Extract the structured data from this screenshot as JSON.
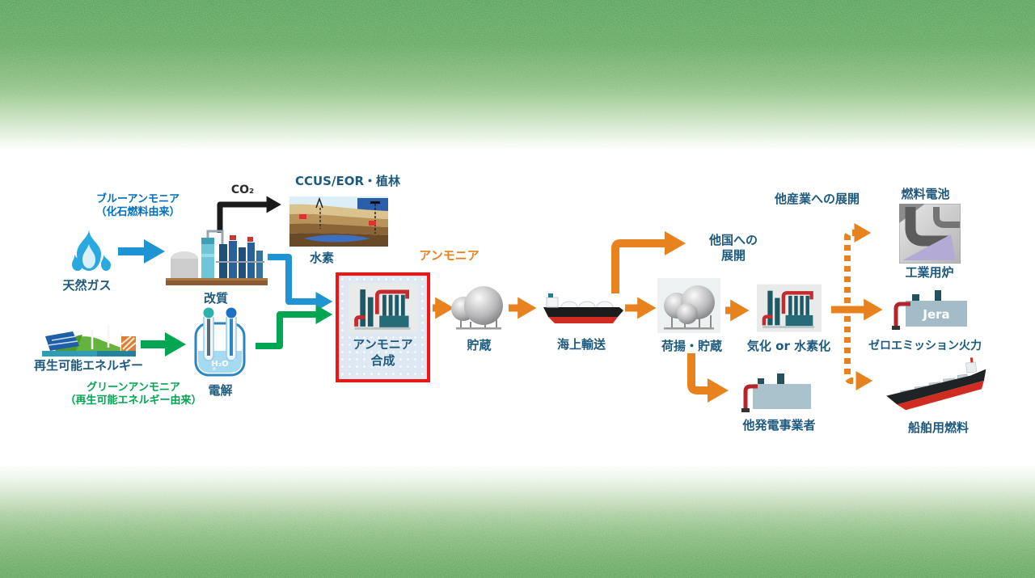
{
  "labels": {
    "blue_ammonia_1": "ブルーアンモニア",
    "blue_ammonia_2": "（化石燃料由来）",
    "natural_gas": "天然ガス",
    "reforming": "改質",
    "co2": "CO₂",
    "ccus": "CCUS/EOR・植林",
    "hydrogen": "水素",
    "ammonia": "アンモニア",
    "renewable_energy": "再生可能エネルギー",
    "green_ammonia_1": "グリーンアンモニア",
    "green_ammonia_2": "（再生可能エネルギー由来）",
    "electrolysis": "電解",
    "ammonia_synthesis_1": "アンモニア",
    "ammonia_synthesis_2": "合成",
    "storage": "貯蔵",
    "marine_transport": "海上輸送",
    "unloading_storage": "荷揚・貯蔵",
    "regasification": "気化 or 水素化",
    "other_countries_1": "他国への",
    "other_countries_2": "展開",
    "other_industries": "他産業への展開",
    "fuel_cell": "燃料電池",
    "industrial_furnace": "工業用炉",
    "zero_emission_power": "ゼロエミッション火力",
    "other_power_producers": "他発電事業者",
    "marine_fuel": "船舶用燃料"
  },
  "icon_texts": {
    "jera_logo": "Jera",
    "h2o": "H₂O"
  },
  "colors": {
    "arrow_blue": "#1e94d2",
    "arrow_green": "#00a651",
    "arrow_orange": "#e8821e",
    "arrow_black": "#1a1a1a",
    "highlight_box_border": "#f71111",
    "label_text": "#1e5a7e",
    "blue_caption": "#0070c0",
    "green_caption": "#00a651",
    "orange_caption": "#e8821e",
    "grass_green": "#459a4b"
  }
}
